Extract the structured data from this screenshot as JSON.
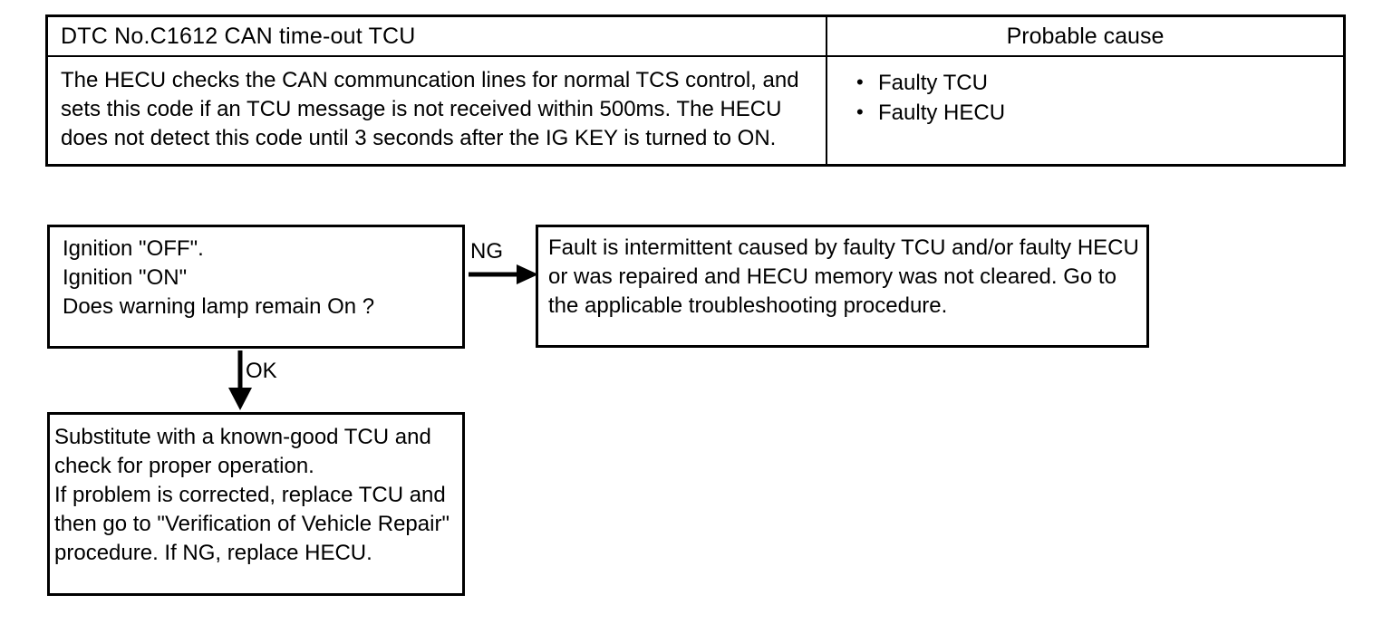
{
  "table": {
    "columns": [
      "DTC No.C1612 CAN time-out TCU",
      "Probable cause"
    ],
    "description": "The HECU checks the CAN communcation lines for normal TCS control, and sets this code if an TCU message is not received within 500ms.  The HECU does not detect this code until 3 seconds after the IG KEY is turned to ON.",
    "causes": [
      "Faulty TCU",
      "Faulty HECU"
    ],
    "bullet_glyph": "•"
  },
  "flow": {
    "boxes": [
      {
        "id": "ignition",
        "text": "Ignition \"OFF\".\nIgnition \"ON\"\nDoes warning lamp remain On ?"
      },
      {
        "id": "fault",
        "text": "Fault is intermittent caused by faulty TCU and/or faulty HECU or was repaired and HECU memory was not cleared. Go to the applicable troubleshooting procedure."
      },
      {
        "id": "substitute",
        "text": "Substitute with a known-good TCU and check for proper operation.\nIf problem is corrected, replace TCU and then go to \"Verification of Vehicle Repair\" procedure. If NG, replace HECU."
      }
    ],
    "labels": {
      "ng": "NG",
      "ok": "OK"
    }
  },
  "colors": {
    "ink": "#000000",
    "paper": "#ffffff"
  }
}
